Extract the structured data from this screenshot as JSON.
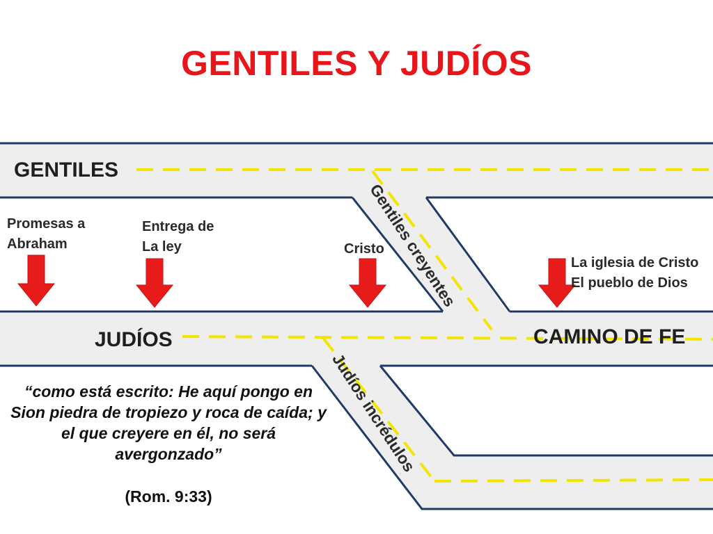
{
  "title": "GENTILES Y JUDÍOS",
  "roads": {
    "gentiles": "GENTILES",
    "judios": "JUDÍOS",
    "camino_fe": "CAMINO DE FE",
    "gentiles_creyentes": "Gentiles creyentes",
    "judios_incredulos": "Judíos incrédulos"
  },
  "events": {
    "promesas": [
      "Promesas a",
      "Abraham"
    ],
    "ley": [
      "Entrega de",
      "La ley"
    ],
    "cristo": "Cristo",
    "iglesia": [
      "La iglesia de Cristo",
      "El pueblo de Dios"
    ]
  },
  "quote": {
    "text": "“como está escrito: He aquí pongo en Sion piedra de tropiezo y roca de caída; y el que creyere en él, no será avergonzado”",
    "reference": "(Rom. 9:33)"
  },
  "colors": {
    "title": "#e8151b",
    "road_fill": "#eeeeee",
    "road_edge": "#1f3a66",
    "center_line": "#f2e600",
    "arrow": "#e81b1b"
  }
}
